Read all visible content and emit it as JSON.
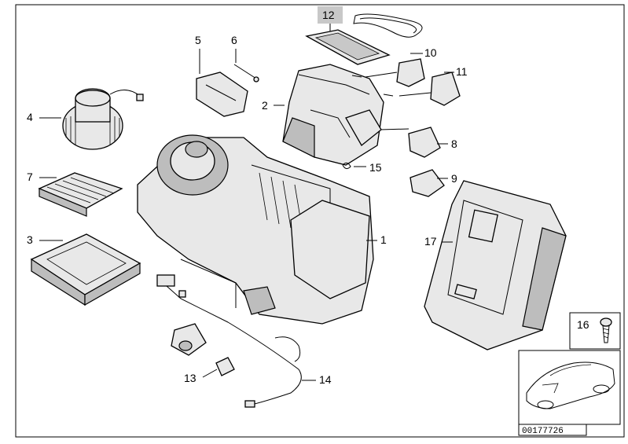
{
  "callouts": {
    "c1": "1",
    "c2": "2",
    "c3": "3",
    "c4": "4",
    "c5": "5",
    "c6": "6",
    "c7": "7",
    "c8": "8",
    "c9": "9",
    "c10": "10",
    "c11": "11",
    "c12": "12",
    "c13": "13",
    "c14": "14",
    "c15": "15",
    "c16": "16",
    "c17": "17"
  },
  "reference_number": "00177726",
  "colors": {
    "line": "#000000",
    "part_fill": "#e8e8e8",
    "shadow": "#bdbdbd",
    "highlight": "#c8c8c8"
  }
}
